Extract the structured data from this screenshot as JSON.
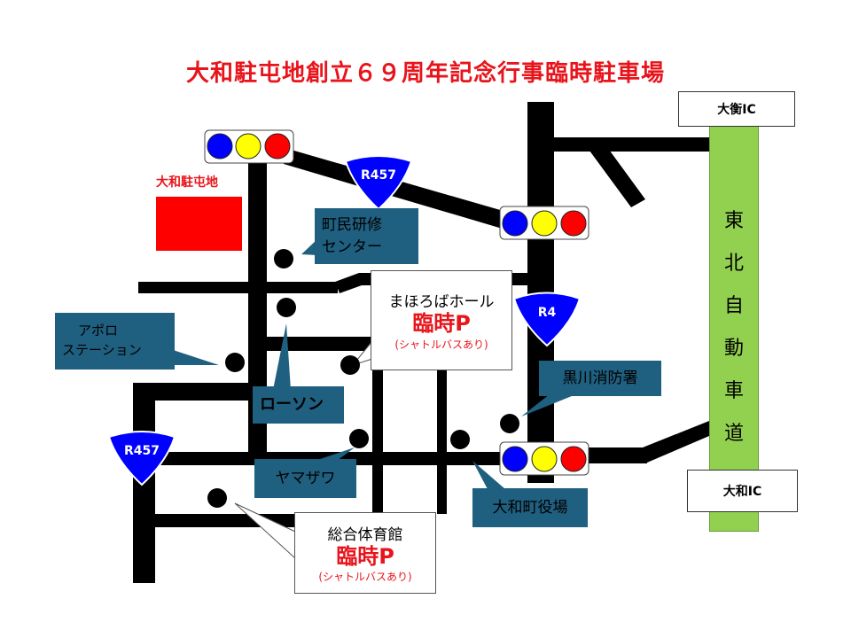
{
  "title": "大和駐屯地創立６９周年記念行事臨時駐車場",
  "base": {
    "label": "大和駐屯地",
    "color": "#ff0000"
  },
  "routes": {
    "r457_top": "R457",
    "r4": "R4",
    "r457_left": "R457"
  },
  "highway": {
    "chars": [
      "東",
      "北",
      "自",
      "動",
      "車",
      "道"
    ],
    "color": "#92d050",
    "ic_north": "大衡IC",
    "ic_south": "大和IC"
  },
  "landmarks": {
    "training_center": [
      "町民研修",
      "センター"
    ],
    "apollo": [
      "アポロ",
      "ステーション"
    ],
    "lawson": "ローソン",
    "yamazawa": "ヤマザワ",
    "fire_station": "黒川消防署",
    "town_office": "大和町役場"
  },
  "parking": [
    {
      "name": "まほろばホール",
      "label": "臨時P",
      "note": "(シャトルバスあり)"
    },
    {
      "name": "総合体育館",
      "label": "臨時P",
      "note": "(シャトルバスあり)"
    }
  ],
  "colors": {
    "label_box": "#1f5f7f",
    "accent": "#e8141b",
    "shield": "#0000ff"
  }
}
